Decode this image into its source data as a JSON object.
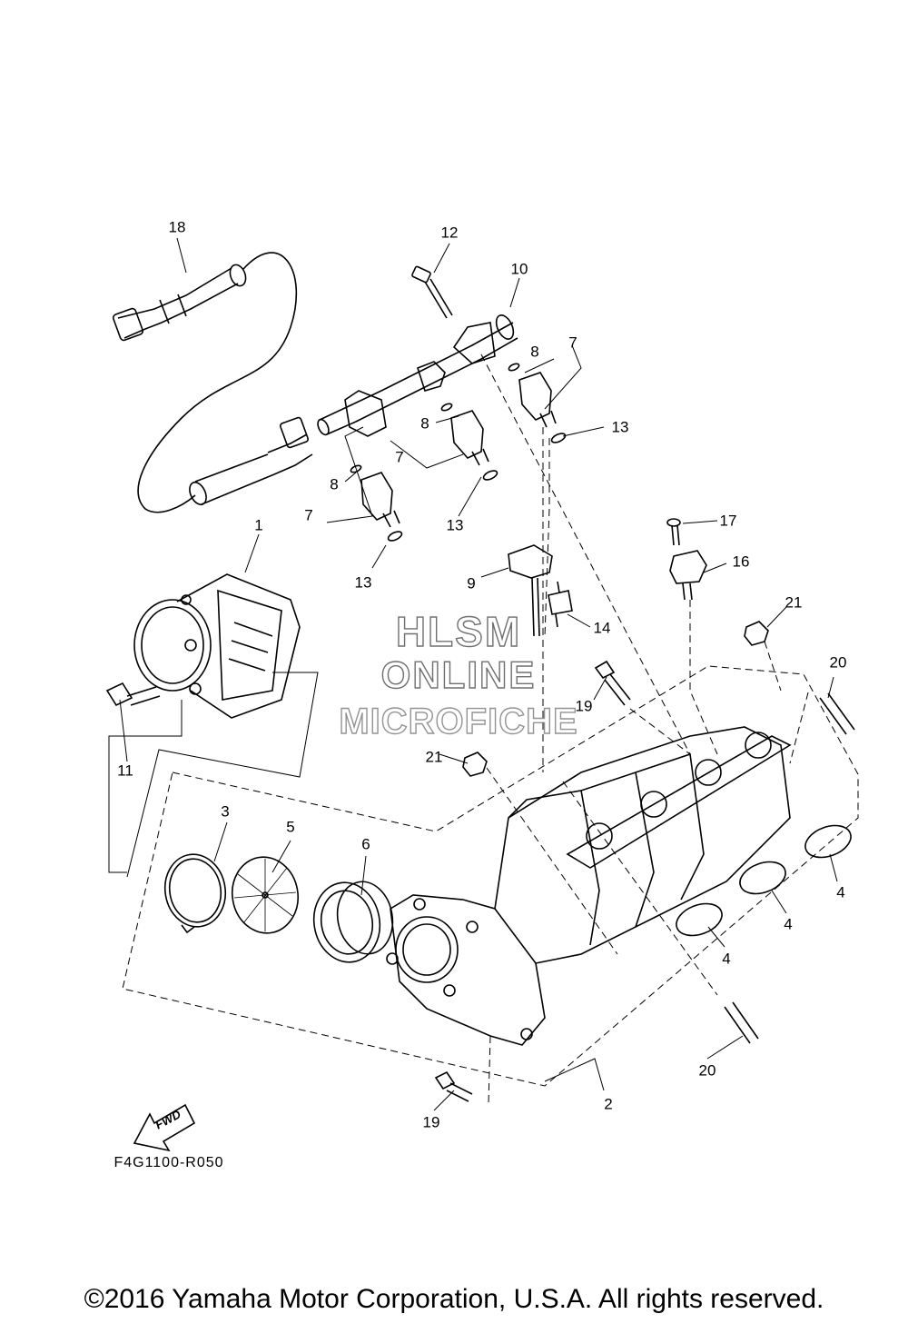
{
  "callouts": [
    {
      "id": "1",
      "label": "1"
    },
    {
      "id": "2",
      "label": "2"
    },
    {
      "id": "3",
      "label": "3"
    },
    {
      "id": "4a",
      "label": "4"
    },
    {
      "id": "4b",
      "label": "4"
    },
    {
      "id": "4c",
      "label": "4"
    },
    {
      "id": "5",
      "label": "5"
    },
    {
      "id": "6",
      "label": "6"
    },
    {
      "id": "7a",
      "label": "7"
    },
    {
      "id": "7b",
      "label": "7"
    },
    {
      "id": "7c",
      "label": "7"
    },
    {
      "id": "8a",
      "label": "8"
    },
    {
      "id": "8b",
      "label": "8"
    },
    {
      "id": "8c",
      "label": "8"
    },
    {
      "id": "9",
      "label": "9"
    },
    {
      "id": "10",
      "label": "10"
    },
    {
      "id": "11",
      "label": "11"
    },
    {
      "id": "12",
      "label": "12"
    },
    {
      "id": "13a",
      "label": "13"
    },
    {
      "id": "13b",
      "label": "13"
    },
    {
      "id": "13c",
      "label": "13"
    },
    {
      "id": "14",
      "label": "14"
    },
    {
      "id": "16",
      "label": "16"
    },
    {
      "id": "17",
      "label": "17"
    },
    {
      "id": "18",
      "label": "18"
    },
    {
      "id": "19a",
      "label": "19"
    },
    {
      "id": "19b",
      "label": "19"
    },
    {
      "id": "20a",
      "label": "20"
    },
    {
      "id": "20b",
      "label": "20"
    },
    {
      "id": "21a",
      "label": "21"
    },
    {
      "id": "21b",
      "label": "21"
    }
  ],
  "fwd_label": "FWD",
  "figure_code": "F4G1100-R050",
  "watermark": {
    "line1": "HLSM",
    "line2": "ONLINE",
    "line3": "MICROFICHE"
  },
  "copyright": "©2016 Yamaha Motor Corporation, U.S.A. All rights reserved.",
  "colors": {
    "line": "#000000",
    "watermark_outline": "#6f6f6f",
    "background": "#ffffff"
  }
}
